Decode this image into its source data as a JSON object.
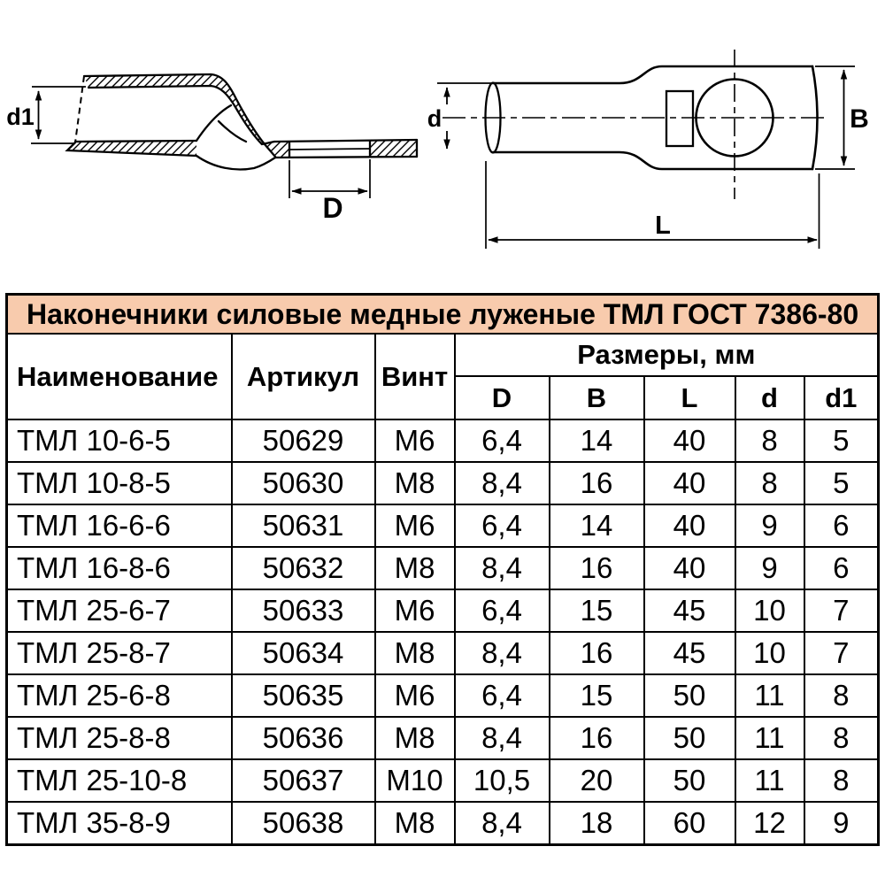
{
  "title": "Наконечники силовые медные луженые ТМЛ ГОСТ 7386-80",
  "drawing": {
    "labels": {
      "d1": "d1",
      "D": "D",
      "d": "d",
      "B": "B",
      "L": "L"
    }
  },
  "table": {
    "headers": {
      "name": "Наименование",
      "article": "Артикул",
      "screw": "Винт",
      "dimensions_group": "Размеры, мм",
      "dims": [
        "D",
        "B",
        "L",
        "d",
        "d1"
      ]
    },
    "rows": [
      {
        "name": "ТМЛ 10-6-5",
        "article": "50629",
        "screw": "М6",
        "D": "6,4",
        "B": "14",
        "L": "40",
        "d": "8",
        "d1": "5"
      },
      {
        "name": "ТМЛ 10-8-5",
        "article": "50630",
        "screw": "М8",
        "D": "8,4",
        "B": "16",
        "L": "40",
        "d": "8",
        "d1": "5"
      },
      {
        "name": "ТМЛ 16-6-6",
        "article": "50631",
        "screw": "М6",
        "D": "6,4",
        "B": "14",
        "L": "40",
        "d": "9",
        "d1": "6"
      },
      {
        "name": "ТМЛ 16-8-6",
        "article": "50632",
        "screw": "М8",
        "D": "8,4",
        "B": "16",
        "L": "40",
        "d": "9",
        "d1": "6"
      },
      {
        "name": "ТМЛ 25-6-7",
        "article": "50633",
        "screw": "М6",
        "D": "6,4",
        "B": "15",
        "L": "45",
        "d": "10",
        "d1": "7"
      },
      {
        "name": "ТМЛ 25-8-7",
        "article": "50634",
        "screw": "М8",
        "D": "8,4",
        "B": "16",
        "L": "45",
        "d": "10",
        "d1": "7"
      },
      {
        "name": "ТМЛ 25-6-8",
        "article": "50635",
        "screw": "М6",
        "D": "6,4",
        "B": "15",
        "L": "50",
        "d": "11",
        "d1": "8"
      },
      {
        "name": "ТМЛ 25-8-8",
        "article": "50636",
        "screw": "М8",
        "D": "8,4",
        "B": "16",
        "L": "50",
        "d": "11",
        "d1": "8"
      },
      {
        "name": "ТМЛ 25-10-8",
        "article": "50637",
        "screw": "М10",
        "D": "10,5",
        "B": "20",
        "L": "50",
        "d": "11",
        "d1": "8"
      },
      {
        "name": "ТМЛ 35-8-9",
        "article": "50638",
        "screw": "М8",
        "D": "8,4",
        "B": "18",
        "L": "60",
        "d": "12",
        "d1": "9"
      }
    ]
  },
  "colors": {
    "title_bg": "#f8cbad",
    "line": "#000000",
    "text": "#000000",
    "background": "#ffffff"
  }
}
